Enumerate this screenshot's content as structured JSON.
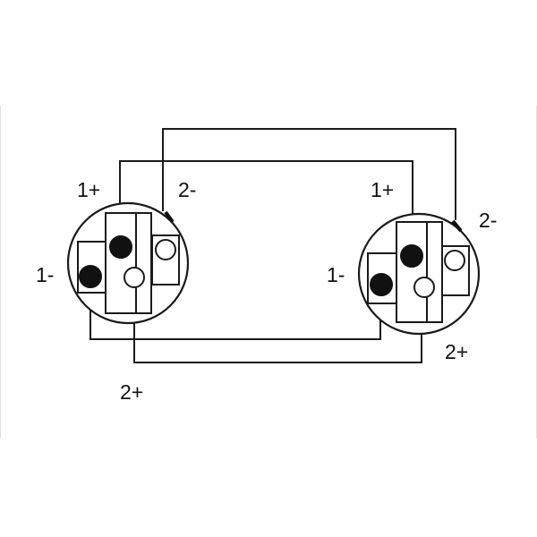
{
  "diagram": {
    "left_connector": {
      "label_1_plus": "1+",
      "label_1_minus": "1-",
      "label_2_plus": "2+",
      "label_2_minus": "2-"
    },
    "right_connector": {
      "label_1_plus": "1+",
      "label_1_minus": "1-",
      "label_2_plus": "2+",
      "label_2_minus": "2-"
    }
  },
  "colors": {
    "line": "#1a1a1a",
    "background": "#ffffff"
  }
}
